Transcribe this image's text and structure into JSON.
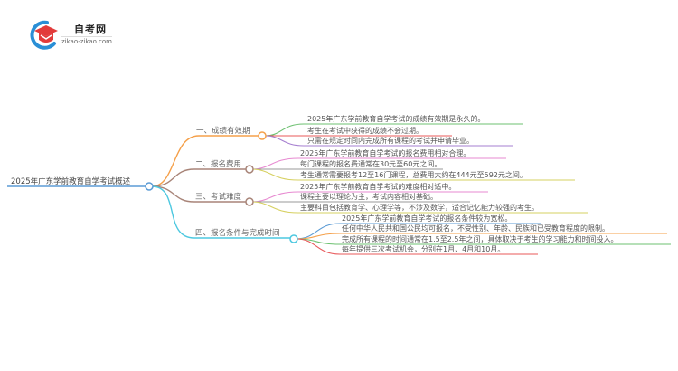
{
  "logo": {
    "title": "自考网",
    "subtitle": "zikao-zikao.com",
    "icon": "graduation-cap-icon",
    "colors": {
      "cap": "#e23b3b",
      "ring": "#2a8fd6"
    }
  },
  "mindmap": {
    "root": {
      "label": "2025年广东学前教育自学考试概述",
      "color": "#5b9bd5"
    },
    "branches": [
      {
        "label": "一、成绩有效期",
        "color": "#f5a04a",
        "leaves": [
          {
            "text": "2025年广东学前教育自学考试的成绩有效期是永久的。",
            "color": "#6cc070"
          },
          {
            "text": "考生在考试中获得的成绩不会过期。",
            "color": "#e8585a"
          },
          {
            "text": "只需在规定时间内完成所有课程的考试并申请毕业。",
            "color": "#a67fd0"
          }
        ]
      },
      {
        "label": "二、报名费用",
        "color": "#a88478",
        "leaves": [
          {
            "text": "2025年广东学前教育自学考试的报名费用相对合理。",
            "color": "#e78ad1"
          },
          {
            "text": "每门课程的报名费通常在30元至60元之间。",
            "color": "#9a9a9a"
          },
          {
            "text": "考生通常需要报考12至16门课程，总费用大约在444元至592元之间。",
            "color": "#d6d060"
          }
        ]
      },
      {
        "label": "三、考试难度",
        "color": "#a88478",
        "leaves": [
          {
            "text": "2025年广东学前教育自学考试的难度相对适中。",
            "color": "#e78ad1"
          },
          {
            "text": "课程主要以理论为主，考试内容相对基础。",
            "color": "#9a9a9a"
          },
          {
            "text": "主要科目包括教育学、心理学等，不涉及数学，适合记忆能力较强的考生。",
            "color": "#d6d060"
          }
        ]
      },
      {
        "label": "四、报名条件与完成时间",
        "color": "#4dc8e0",
        "leaves": [
          {
            "text": "2025年广东学前教育自学考试的报名条件较为宽松。",
            "color": "#5b9bd5"
          },
          {
            "text": "任何中华人民共和国公民均可报名，不受性别、年龄、民族和已受教育程度的限制。",
            "color": "#f5a04a"
          },
          {
            "text": "完成所有课程的时间通常在1.5至2.5年之间，具体取决于考生的学习能力和时间投入。",
            "color": "#6cc070"
          },
          {
            "text": "每年提供三次考试机会，分别在1月、4月和10月。",
            "color": "#e8585a"
          }
        ]
      }
    ]
  }
}
